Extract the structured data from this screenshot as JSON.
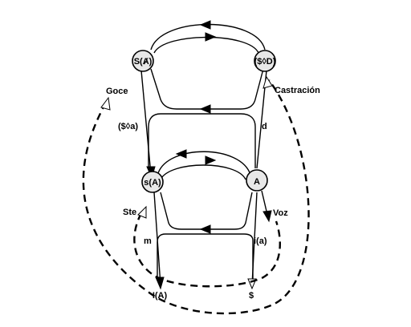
{
  "nodes": {
    "s_barred_a": "S(Ⱥ)",
    "s_losange_d": "($◊D)",
    "s_a": "s(A)",
    "a": "A",
    "i_a_bottom": "I(A)",
    "s_barred": "$"
  },
  "labels": {
    "goce": "Goce",
    "castracion": "Castración",
    "s_losange_a": "($◊a)",
    "d": "d",
    "ste": "Ste",
    "voz": "Voz",
    "m": "m",
    "i_a": "i(a)"
  }
}
